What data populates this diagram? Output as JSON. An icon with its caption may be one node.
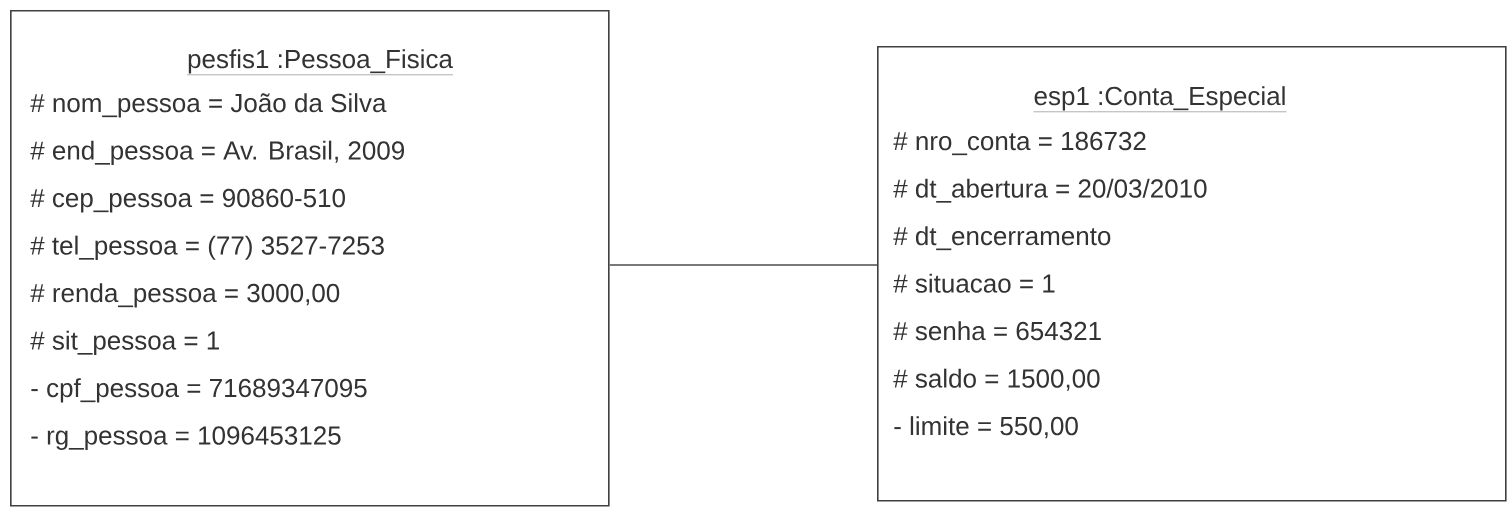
{
  "diagram": {
    "nodes": [
      {
        "text": [
          "pesfis1 :Pessoa_Fisica",
          "# nom_pessoa = João da Silva",
          "# end_pessoa = Av. Brasil, 2009",
          "# cep_pessoa = 90860-510",
          "# tel_pessoa = (77) 3527-7253",
          "# renda_pessoa = 3000,00",
          "# sit_pessoa = 1",
          "- cpf_pessoa = 71689347095",
          "- rg_pessoa = 1096453125"
        ]
      },
      {
        "text": [
          "esp1 :Conta_Especial",
          "# nro_conta = 186732",
          "# dt_abertura = 20/03/2010",
          "# dt_encerramento",
          "# situacao = 1",
          "# senha = 654321",
          "# saldo = 1500,00",
          "- limite = 550,00"
        ]
      }
    ],
    "edges": [
      {
        "from": 0,
        "to": 1,
        "arrow": "none"
      }
    ]
  }
}
